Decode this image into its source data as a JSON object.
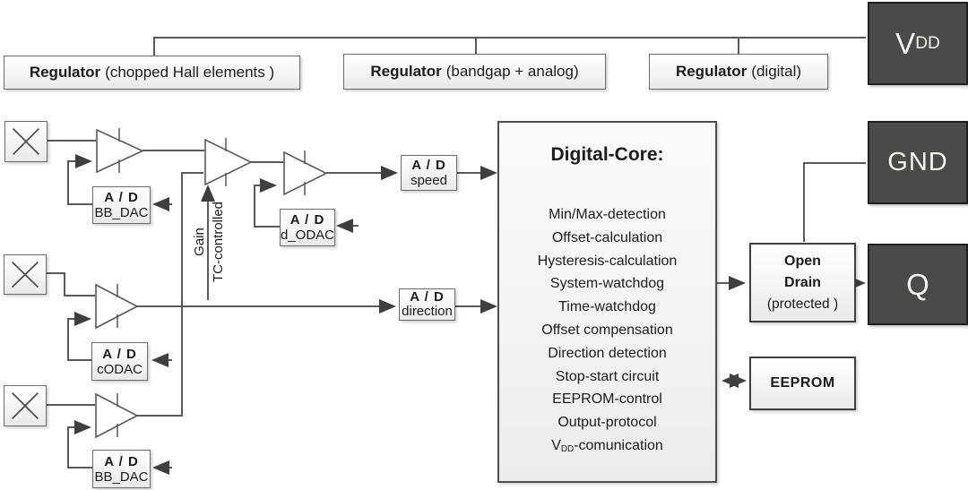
{
  "regulators": {
    "hall": {
      "name": "Regulator",
      "detail": "(chopped Hall elements )"
    },
    "bandgap": {
      "name": "Regulator",
      "detail": "(bandgap + analog)"
    },
    "digital": {
      "name": "Regulator",
      "detail": "(digital)"
    }
  },
  "pads": {
    "vdd": {
      "base": "V",
      "sub": "DD"
    },
    "gnd": "GND",
    "q": "Q"
  },
  "gain_stage": {
    "line1": "Gain",
    "line2": "TC-controlled"
  },
  "adc": {
    "bb_dac_top": {
      "title": "A / D",
      "sub": "BB_DAC"
    },
    "d_odac": {
      "title": "A / D",
      "sub": "d_ODAC"
    },
    "codac": {
      "title": "A / D",
      "sub": "cODAC"
    },
    "bb_dac_bottom": {
      "title": "A / D",
      "sub": "BB_DAC"
    },
    "speed": {
      "title": "A / D",
      "sub": "speed"
    },
    "direction": {
      "title": "A / D",
      "sub": "direction"
    }
  },
  "digital_core": {
    "title": "Digital-Core:",
    "items": [
      "Min/Max-detection",
      "Offset-calculation",
      "Hysteresis-calculation",
      "System-watchdog",
      "Time-watchdog",
      "Offset compensation",
      "Direction detection",
      "Stop-start circuit",
      "EEPROM-control",
      "Output-protocol"
    ],
    "vdd_item": {
      "base": "V",
      "sub": "DD",
      "rest": "-comunication"
    }
  },
  "output_stage": {
    "open_drain": {
      "line1": "Open",
      "line2": "Drain",
      "line3": "(protected )"
    },
    "eeprom": "EEPROM"
  },
  "colors": {
    "wire": "#595959",
    "dark_pad": "#4a4a4a",
    "arrow": "#3f3f3f",
    "box_border": "#6b6b6b"
  }
}
